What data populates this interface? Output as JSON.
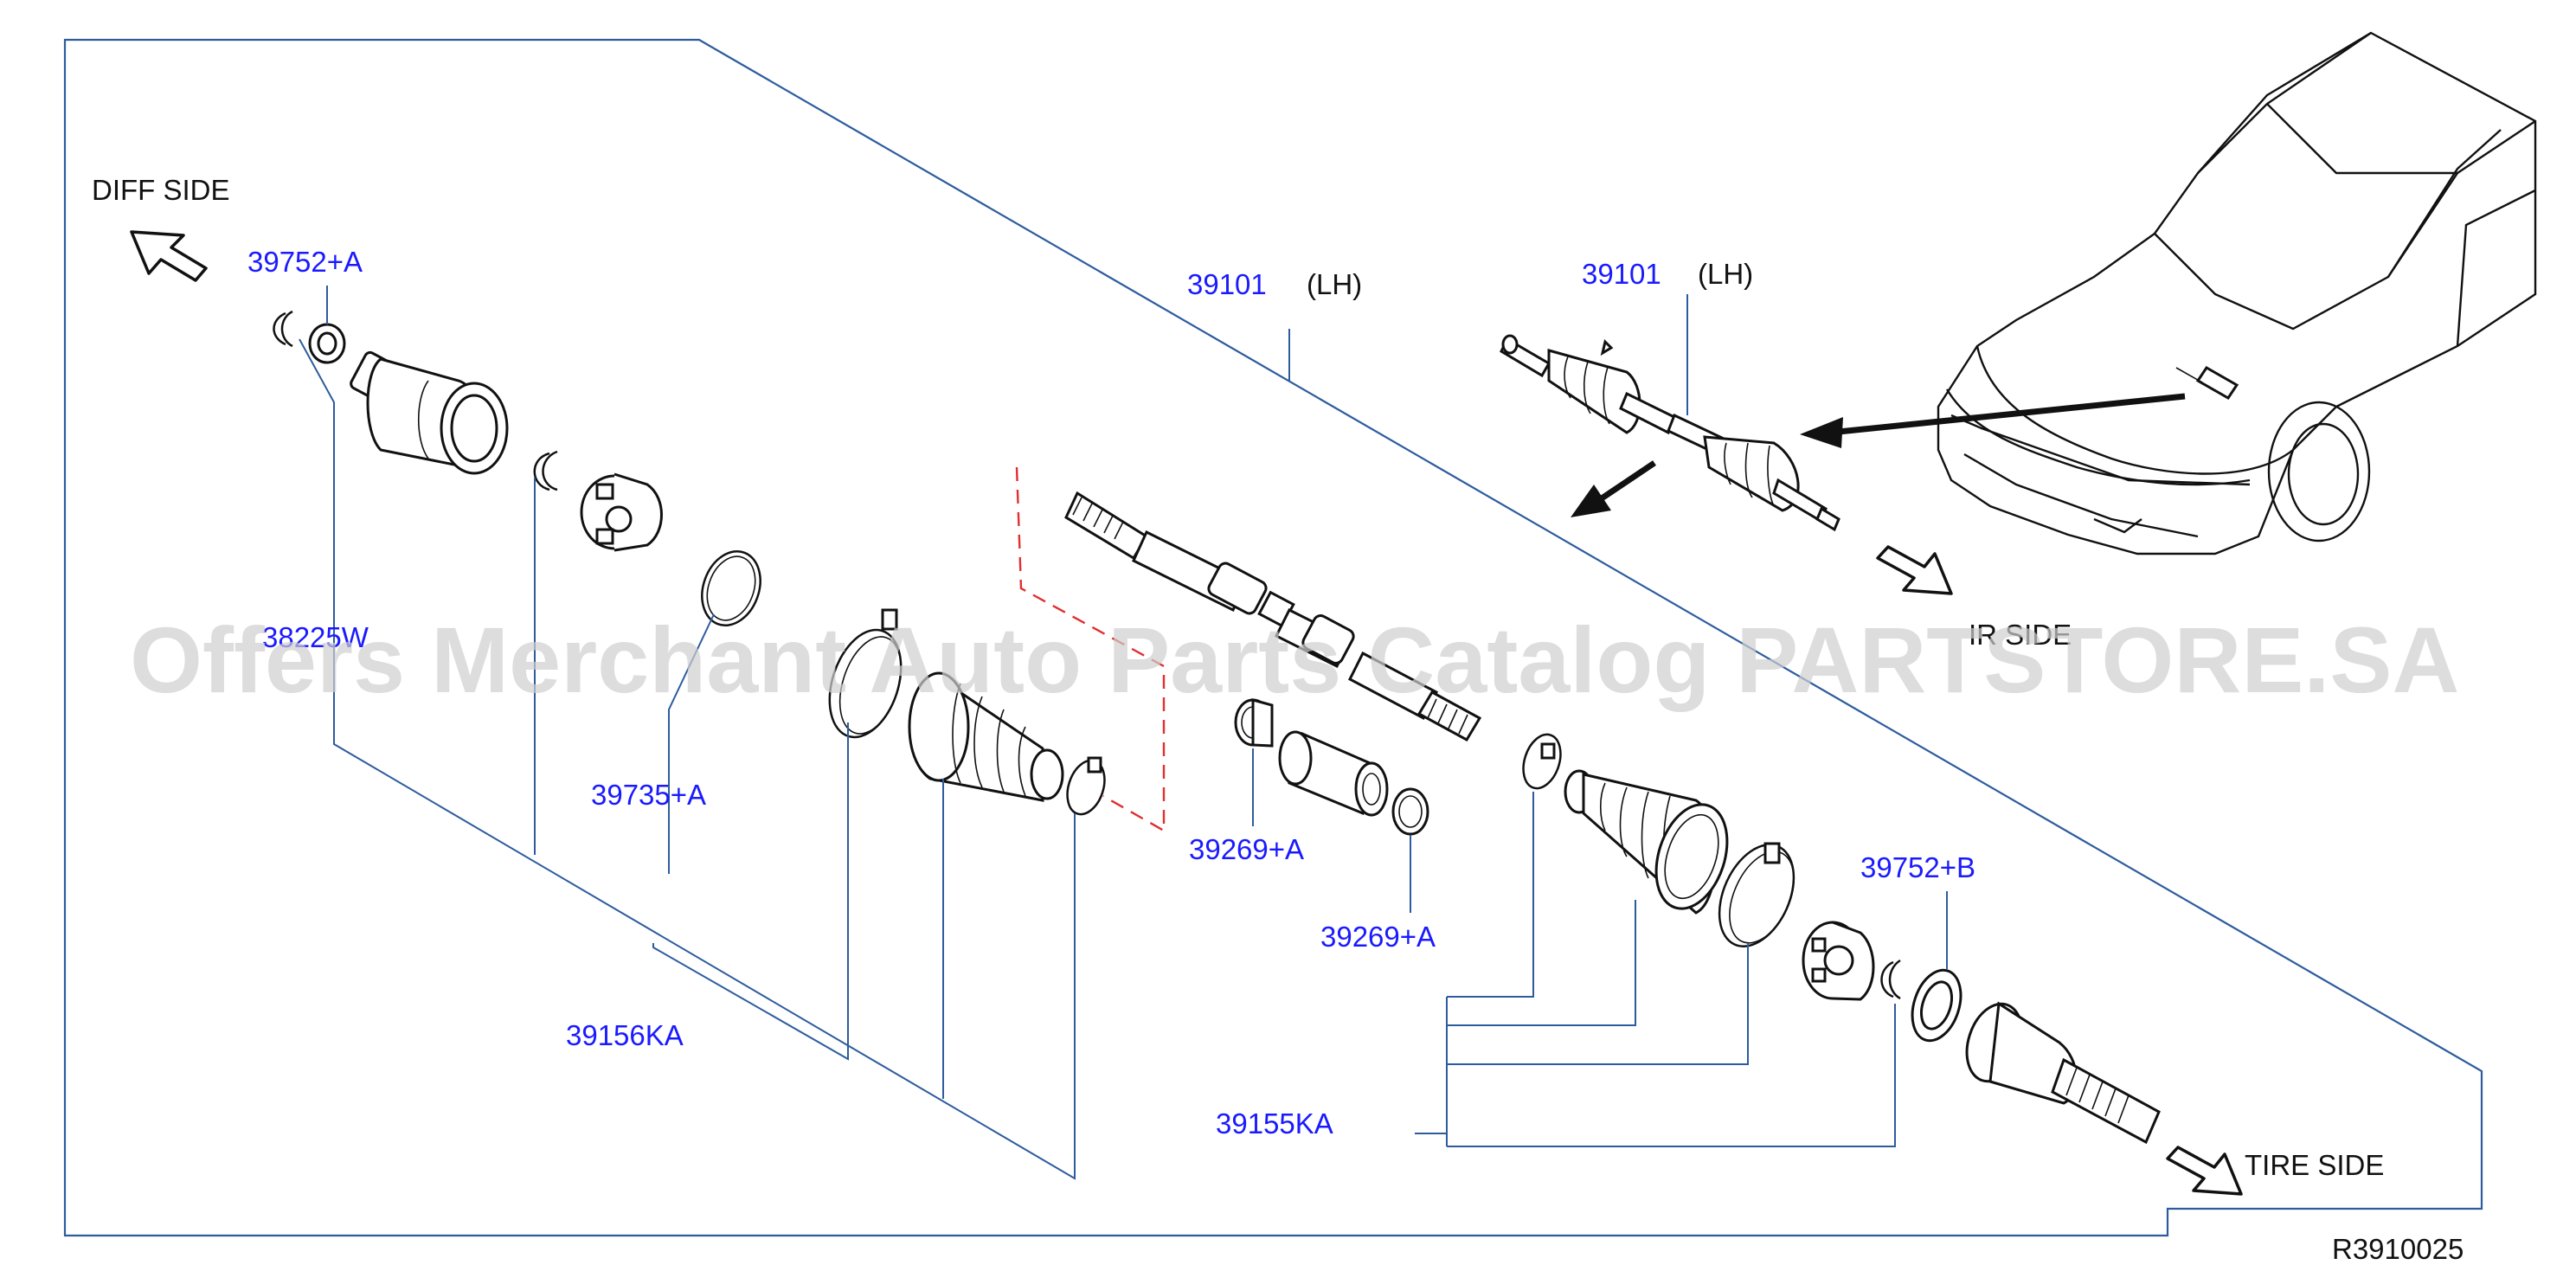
{
  "diagram": {
    "figure_code": "R3910025",
    "watermark": "Offers Merchant Auto Parts Catalog PARTSTORE.SA",
    "labels": {
      "diff_side": "DIFF   SIDE",
      "tire_side_bottom": "TIRE   SIDE",
      "tire_side_car": "IR   SIDE",
      "p39752a": "39752+A",
      "p38225w": "38225W",
      "p39735a": "39735+A",
      "p39156ka": "39156KA",
      "p39101_main": "39101",
      "lh_main": "(LH)",
      "p39101_car": "39101",
      "lh_car": "(LH)",
      "p39269a_1": "39269+A",
      "p39269a_2": "39269+A",
      "p39752b": "39752+B",
      "p39155ka": "39155KA"
    }
  }
}
